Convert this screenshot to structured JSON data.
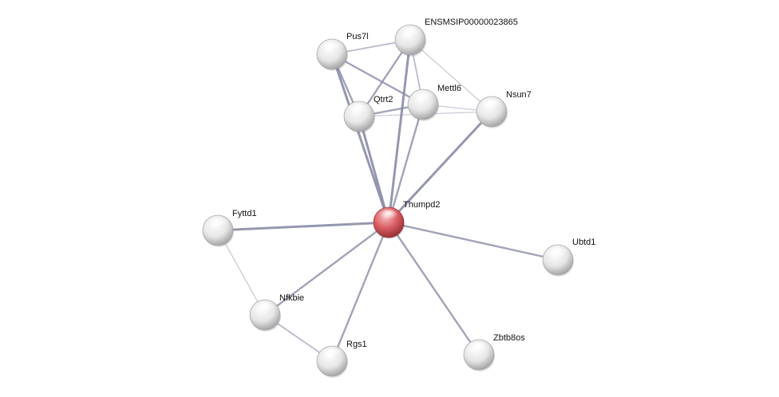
{
  "network": {
    "nodes": [
      {
        "id": "thumpd2",
        "label": "Thumpd2",
        "query": true
      },
      {
        "id": "pus7l",
        "label": "Pus7l",
        "query": false
      },
      {
        "id": "ensmsip",
        "label": "ENSMSIP00000023865",
        "query": false
      },
      {
        "id": "qtrt2",
        "label": "Qtrt2",
        "query": false
      },
      {
        "id": "mettl6",
        "label": "Mettl6",
        "query": false
      },
      {
        "id": "nsun7",
        "label": "Nsun7",
        "query": false
      },
      {
        "id": "fyttd1",
        "label": "Fyttd1",
        "query": false
      },
      {
        "id": "ubtd1",
        "label": "Ubtd1",
        "query": false
      },
      {
        "id": "nfkbie",
        "label": "Nfkbie",
        "query": false
      },
      {
        "id": "rgs1",
        "label": "Rgs1",
        "query": false
      },
      {
        "id": "zbtb8os",
        "label": "Zbtb8os",
        "query": false
      }
    ],
    "edges": [
      {
        "source": "thumpd2",
        "target": "pus7l",
        "strength": "strong"
      },
      {
        "source": "thumpd2",
        "target": "ensmsip",
        "strength": "strong"
      },
      {
        "source": "thumpd2",
        "target": "qtrt2",
        "strength": "strong"
      },
      {
        "source": "thumpd2",
        "target": "mettl6",
        "strength": "medium"
      },
      {
        "source": "thumpd2",
        "target": "nsun7",
        "strength": "strong"
      },
      {
        "source": "thumpd2",
        "target": "fyttd1",
        "strength": "strong"
      },
      {
        "source": "thumpd2",
        "target": "ubtd1",
        "strength": "medium"
      },
      {
        "source": "thumpd2",
        "target": "nfkbie",
        "strength": "medium"
      },
      {
        "source": "thumpd2",
        "target": "rgs1",
        "strength": "medium"
      },
      {
        "source": "thumpd2",
        "target": "zbtb8os",
        "strength": "medium"
      },
      {
        "source": "pus7l",
        "target": "ensmsip",
        "strength": "weak"
      },
      {
        "source": "pus7l",
        "target": "qtrt2",
        "strength": "medium"
      },
      {
        "source": "pus7l",
        "target": "mettl6",
        "strength": "medium"
      },
      {
        "source": "ensmsip",
        "target": "qtrt2",
        "strength": "medium"
      },
      {
        "source": "ensmsip",
        "target": "mettl6",
        "strength": "weak"
      },
      {
        "source": "ensmsip",
        "target": "nsun7",
        "strength": "faint"
      },
      {
        "source": "qtrt2",
        "target": "mettl6",
        "strength": "medium"
      },
      {
        "source": "qtrt2",
        "target": "nsun7",
        "strength": "faint"
      },
      {
        "source": "mettl6",
        "target": "nsun7",
        "strength": "faint"
      },
      {
        "source": "fyttd1",
        "target": "nfkbie",
        "strength": "faint"
      },
      {
        "source": "nfkbie",
        "target": "rgs1",
        "strength": "weak"
      }
    ],
    "colors": {
      "query_node": "#d9545a",
      "other_node": "#e4e4e4",
      "edge": "#8a8ca6",
      "label": "#111111"
    }
  }
}
